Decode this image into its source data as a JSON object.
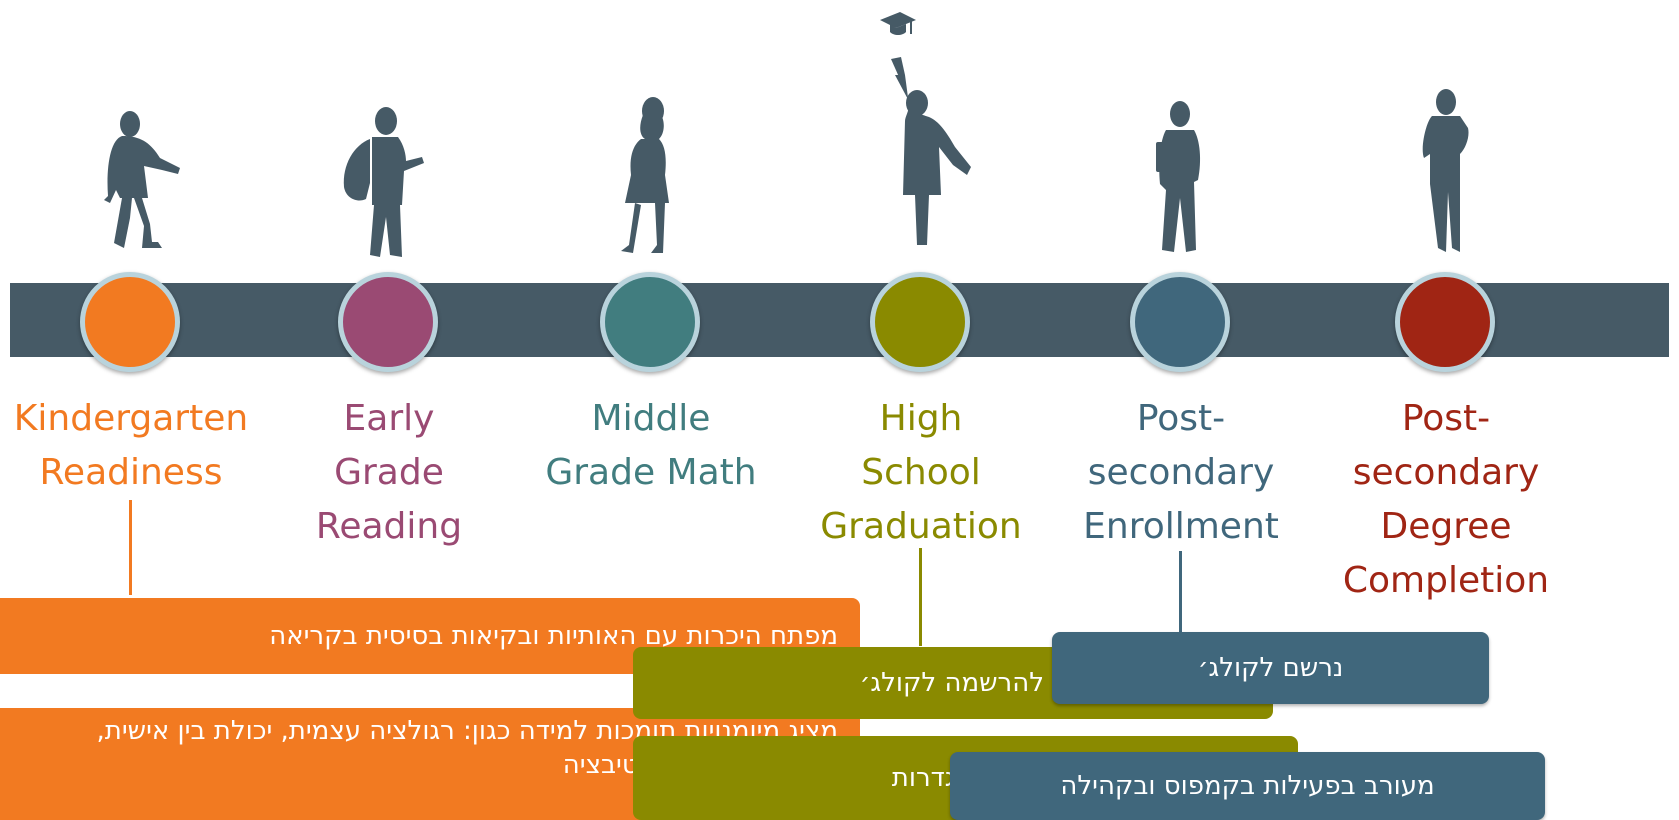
{
  "colors": {
    "bar": "#465a66",
    "figure": "#465a66",
    "orange": "#f27a21",
    "purple": "#9a4a73",
    "teal": "#417d7f",
    "olive": "#8a8a00",
    "slate": "#40677c",
    "red": "#a02514",
    "ring": "#b9d3dc"
  },
  "milestones": [
    {
      "label": "Kindergarten\nReadiness",
      "color": "#f27a21",
      "icon": "toddler-silhouette-icon"
    },
    {
      "label": "Early\nGrade\nReading",
      "color": "#9a4a73",
      "icon": "child-with-backpack-silhouette-icon"
    },
    {
      "label": "Middle\nGrade Math",
      "color": "#417d7f",
      "icon": "girl-silhouette-icon"
    },
    {
      "label": "High\nSchool\nGraduation",
      "color": "#8a8a00",
      "icon": "graduate-throwing-cap-silhouette-icon"
    },
    {
      "label": "Post-\nsecondary\nEnrollment",
      "color": "#40677c",
      "icon": "student-holding-books-silhouette-icon"
    },
    {
      "label": "Post-\nsecondary\nDegree\nCompletion",
      "color": "#a02514",
      "icon": "woman-standing-silhouette-icon"
    }
  ],
  "cap_icon": "graduation-cap-icon",
  "boxes": {
    "kinder_1": "מפתח היכרות עם האותיות ובקיאות בסיסית בקריאה",
    "kinder_2": "מציג מיומנויות תומכות למידה כגון: רגולציה עצמית, יכולת בין אישית, הערכה עצמית ומוטיבציה",
    "hs_1": "מציג תכנית ברורה להרשמה לקולג׳",
    "hs_2": "מציג תכנית ברורה ומטרות מוגדרות",
    "enroll_1": "נרשם לקולג׳",
    "enroll_2": "מעורב בפעילות בקמפוס ובקהילה"
  }
}
